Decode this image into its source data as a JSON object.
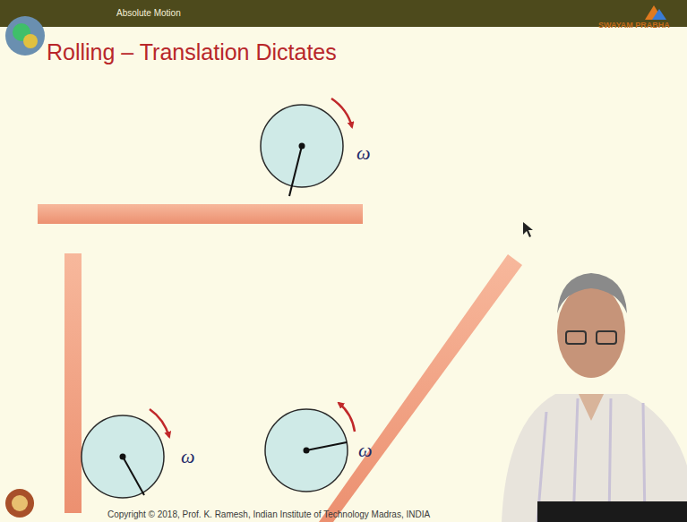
{
  "diagram": {
    "title": "Rolling – Translation Dictates",
    "labels": [
      "Absolute Motion",
      "SWAYAM PRABHA",
      "ω",
      "ω",
      "ω",
      "Copyright © 2018, Prof. K. Ramesh, Indian Institute of Technology Madras, INDIA"
    ]
  }
}
